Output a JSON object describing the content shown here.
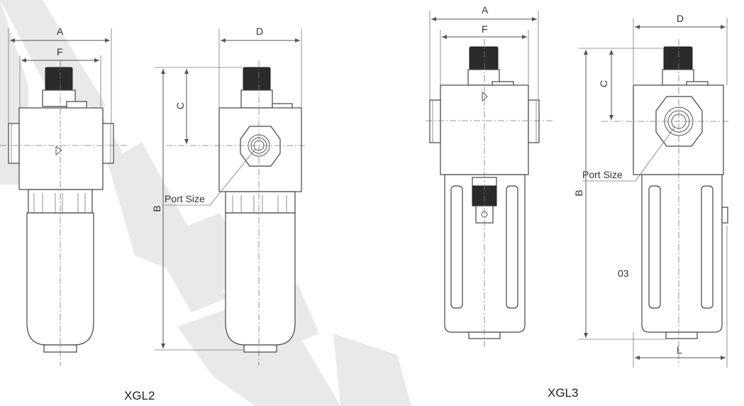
{
  "diagrams": [
    {
      "caption": "XGL2",
      "front": {
        "dimensions": {
          "A": "A",
          "F": "F"
        }
      },
      "side": {
        "dimensions": {
          "D": "D",
          "C": "C",
          "B": "B"
        },
        "port_label": "Port Size"
      }
    },
    {
      "caption": "XGL3",
      "front": {
        "dimensions": {
          "A": "A",
          "F": "F"
        }
      },
      "side": {
        "dimensions": {
          "D": "D",
          "C": "C",
          "B": "B",
          "L": "L"
        },
        "port_label": "Port Size",
        "extra_label": "03"
      }
    }
  ],
  "colors": {
    "watermark": "#e9e9e9",
    "outline": "#444444",
    "knob": "#2b2b2b"
  }
}
